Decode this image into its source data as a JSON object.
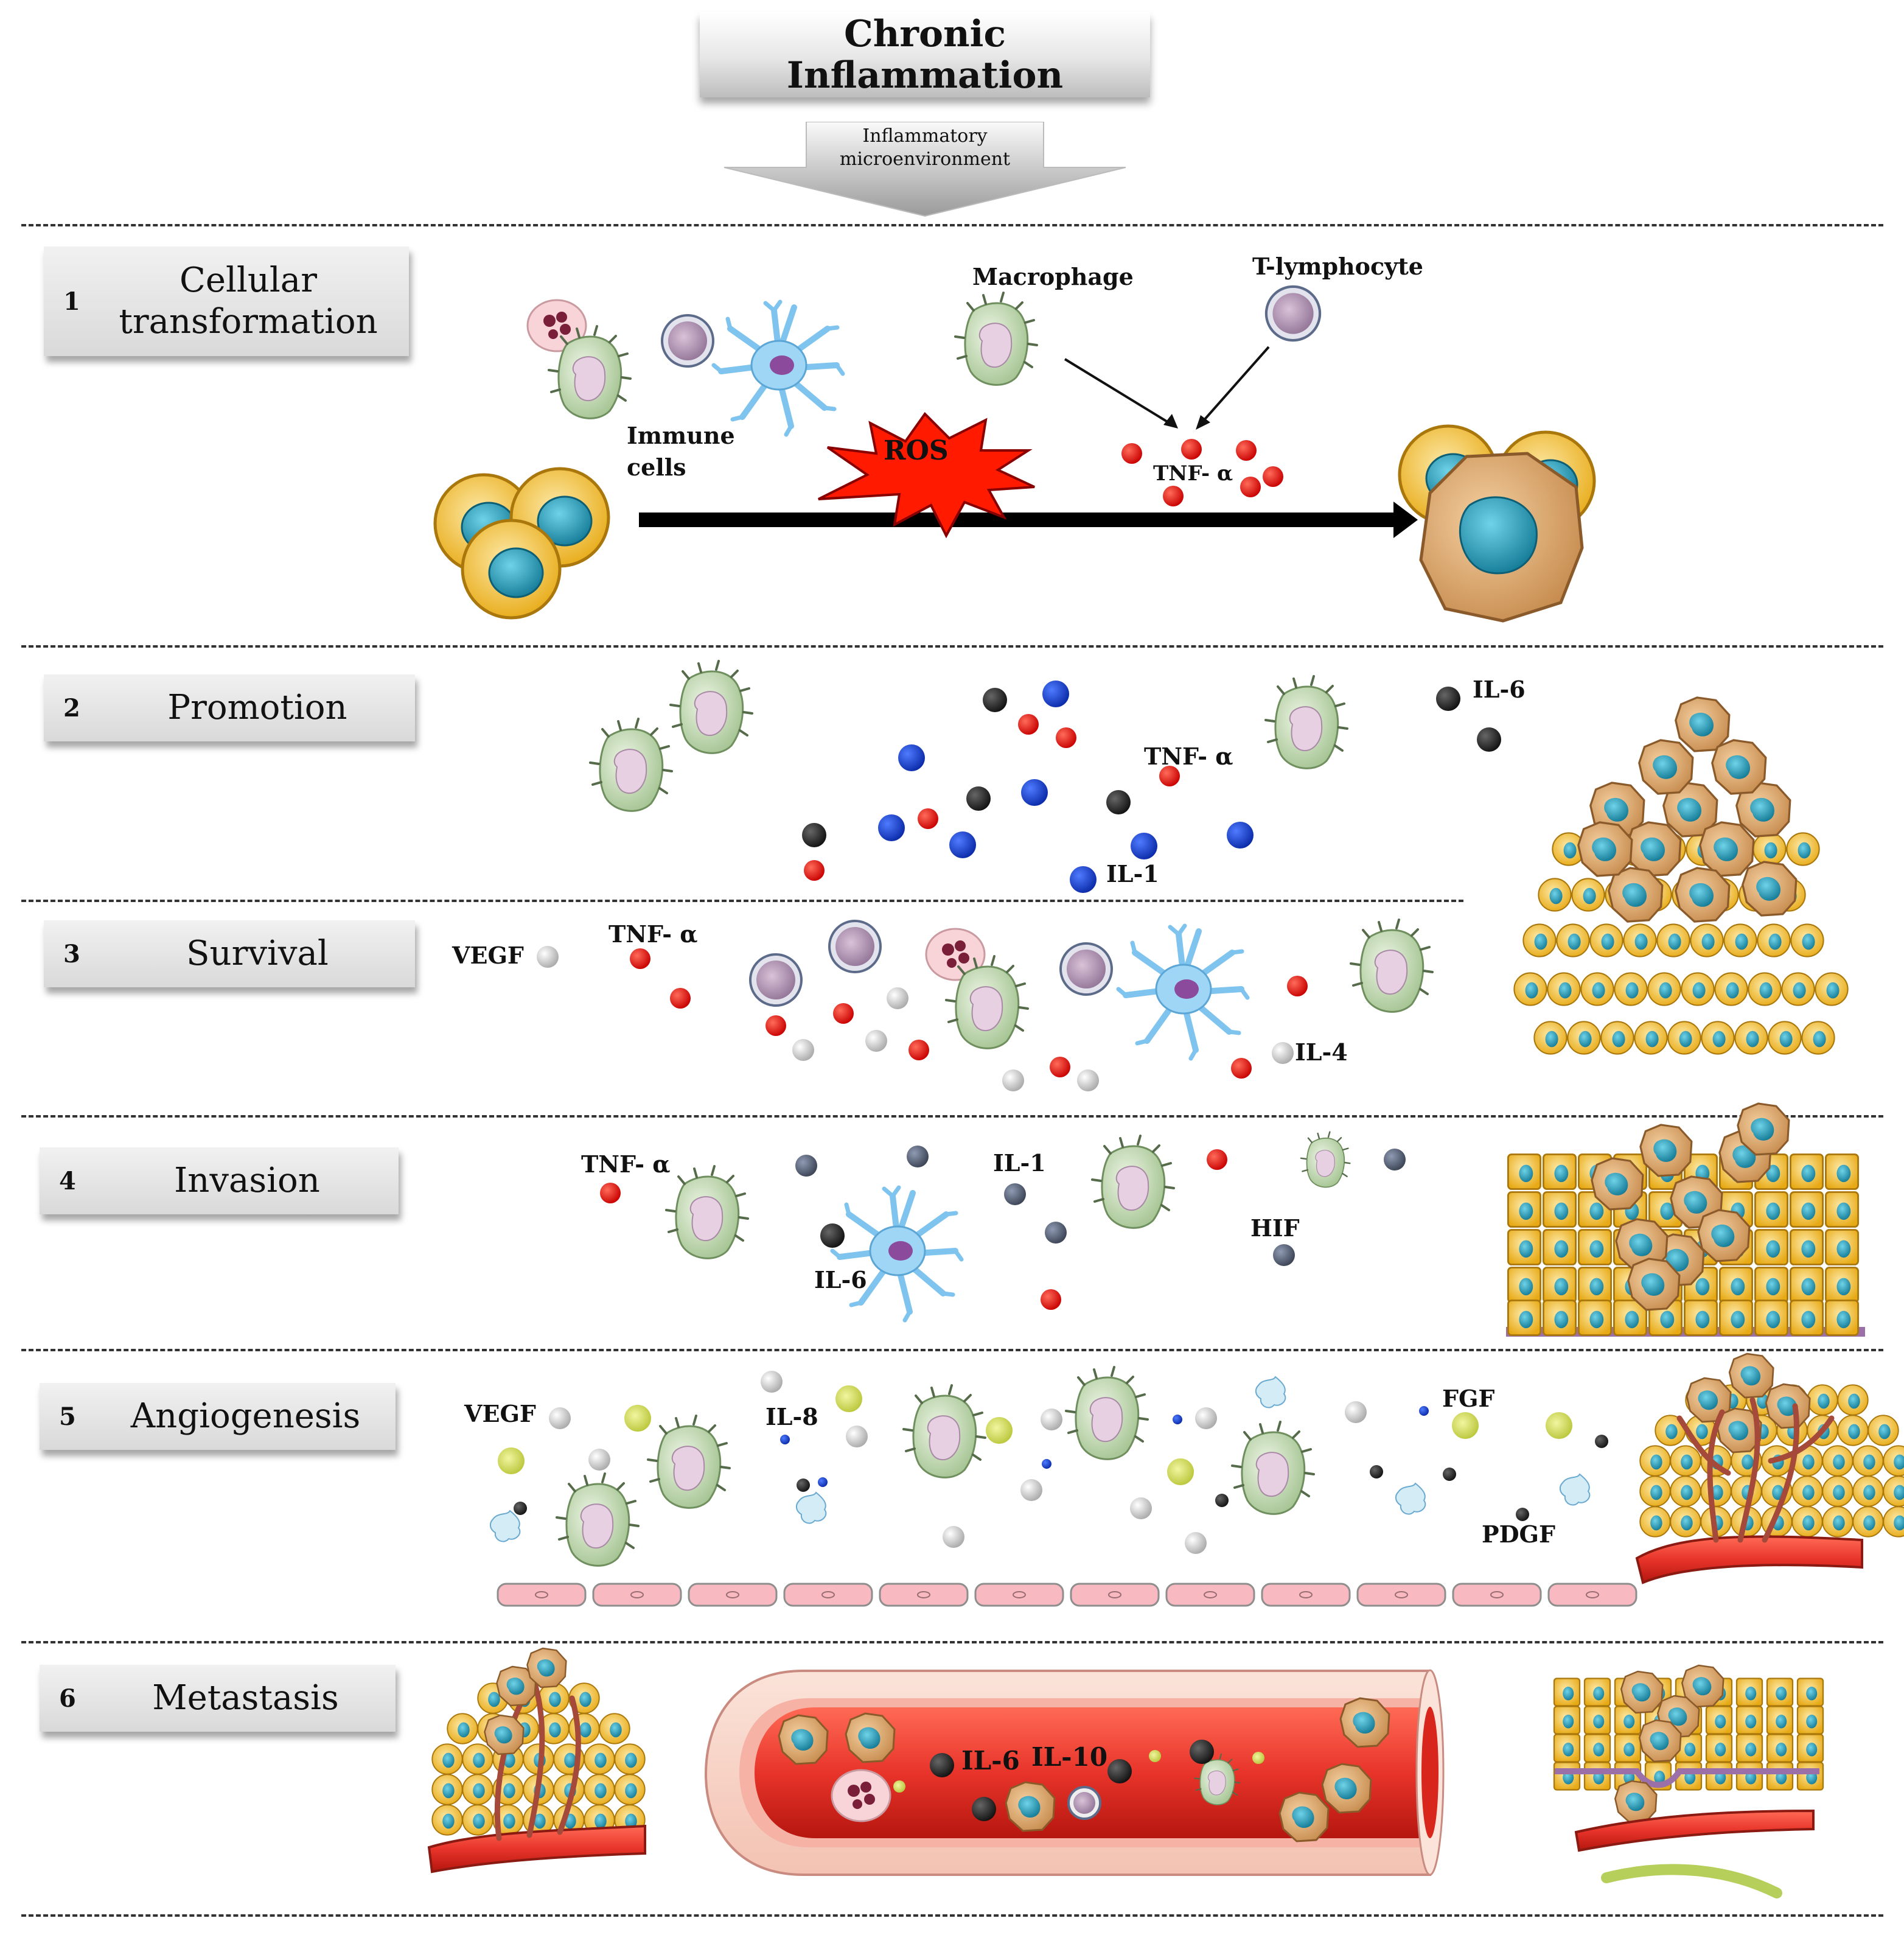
{
  "header": {
    "title": "Chronic Inflammation",
    "subtitle": "Inflammatory microenvironment"
  },
  "colors": {
    "cytokine_red": "#e01010",
    "cytokine_blue": "#1040d0",
    "cytokine_black": "#1a1a1a",
    "cytokine_grey": "#d8d8d8",
    "cytokine_yellow": "#d8e04a",
    "ros_star": "#ff1a00",
    "macrophage": "#cfe3c4",
    "tumor_cell": "#f4c02c",
    "vessel": "#e8342a"
  },
  "steps": [
    {
      "num": "1",
      "title": "Cellular transformation"
    },
    {
      "num": "2",
      "title": "Promotion"
    },
    {
      "num": "3",
      "title": "Survival"
    },
    {
      "num": "4",
      "title": "Invasion"
    },
    {
      "num": "5",
      "title": "Angiogenesis"
    },
    {
      "num": "6",
      "title": "Metastasis"
    }
  ],
  "labels": {
    "s1": {
      "macrophage": "Macrophage",
      "t_lymphocyte": "T-lymphocyte",
      "immune_cells": "Immune cells",
      "ros": "ROS",
      "tnf": "TNF- α"
    },
    "s2": {
      "il6": "IL-6",
      "tnf": "TNF- α",
      "il1": "IL-1"
    },
    "s3": {
      "vegf": "VEGF",
      "tnf": "TNF- α",
      "il4": "IL-4"
    },
    "s4": {
      "tnf": "TNF- α",
      "il1": "IL-1",
      "hif": "HIF",
      "il6": "IL-6"
    },
    "s5": {
      "vegf": "VEGF",
      "il8": "IL-8",
      "fgf": "FGF",
      "pdgf": "PDGF"
    },
    "s6": {
      "il6": "IL-6",
      "il10": "IL-10"
    }
  }
}
